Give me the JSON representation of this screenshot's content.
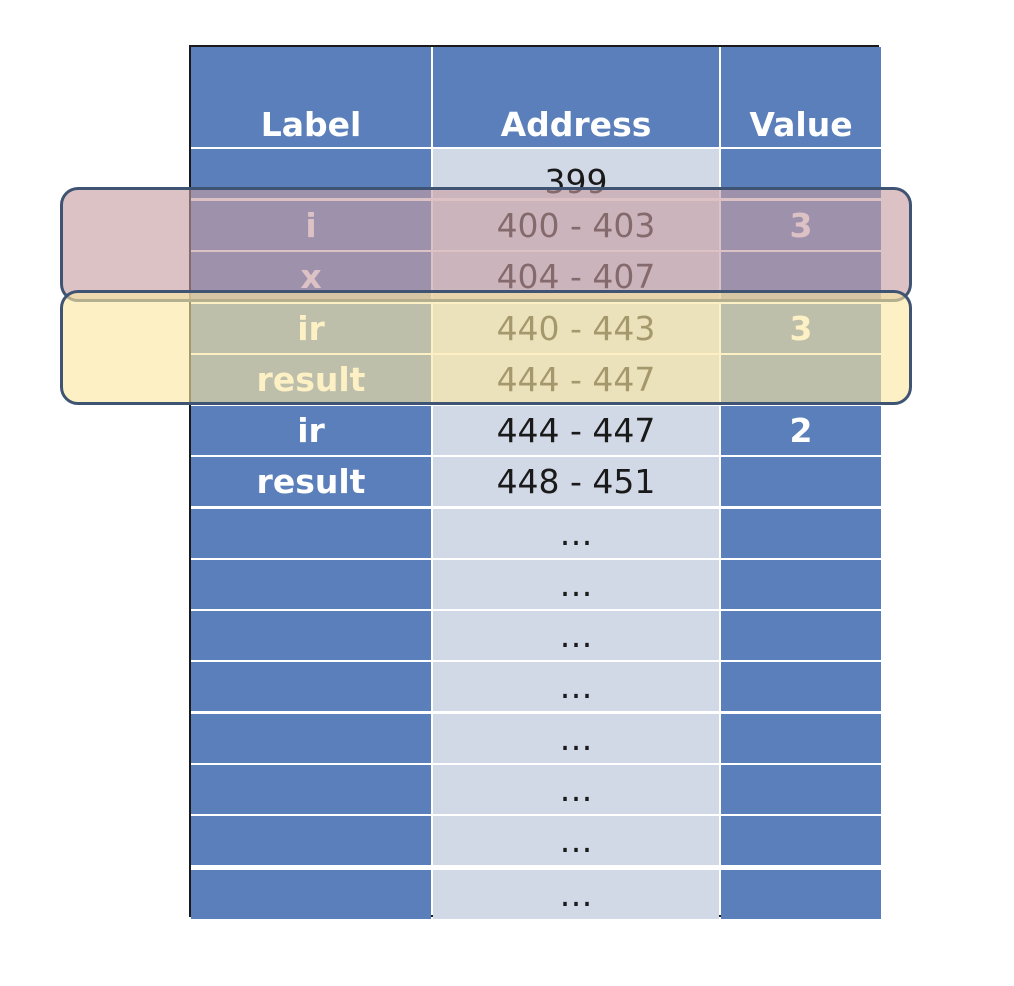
{
  "colors": {
    "blue_cell": "#5a7fba",
    "light_cell": "#d1d9e6",
    "frame_i_x_fill": "#c89da2",
    "frame_ir_result_fill": "#fae6a0",
    "frame_border": "#3f5473"
  },
  "table": {
    "headers": {
      "label": "Label",
      "address": "Address",
      "value": "Value"
    },
    "rows": [
      {
        "label": "",
        "address": "399",
        "value": ""
      },
      {
        "label": "i",
        "address": "400 - 403",
        "value": "3"
      },
      {
        "label": "x",
        "address": "404 - 407",
        "value": ""
      },
      {
        "label": "ir",
        "address": "440 - 443",
        "value": "3"
      },
      {
        "label": "result",
        "address": "444 - 447",
        "value": ""
      },
      {
        "label": "ir",
        "address": "444 - 447",
        "value": "2"
      },
      {
        "label": "result",
        "address": "448 - 451",
        "value": ""
      },
      {
        "label": "",
        "address": "…",
        "value": ""
      },
      {
        "label": "",
        "address": "…",
        "value": ""
      },
      {
        "label": "",
        "address": "…",
        "value": ""
      },
      {
        "label": "",
        "address": "…",
        "value": ""
      },
      {
        "label": "",
        "address": "…",
        "value": ""
      },
      {
        "label": "",
        "address": "…",
        "value": ""
      },
      {
        "label": "",
        "address": "…",
        "value": ""
      },
      {
        "label": "",
        "address": "…",
        "value": ""
      }
    ]
  },
  "highlights": [
    {
      "name": "frame-highlight-i-x",
      "fill_color": "#c89da2",
      "opacity": 0.62,
      "rows": [
        1,
        2
      ]
    },
    {
      "name": "frame-highlight-ir-result",
      "fill_color": "#fae6a0",
      "opacity": 0.62,
      "rows": [
        3,
        4
      ]
    }
  ]
}
